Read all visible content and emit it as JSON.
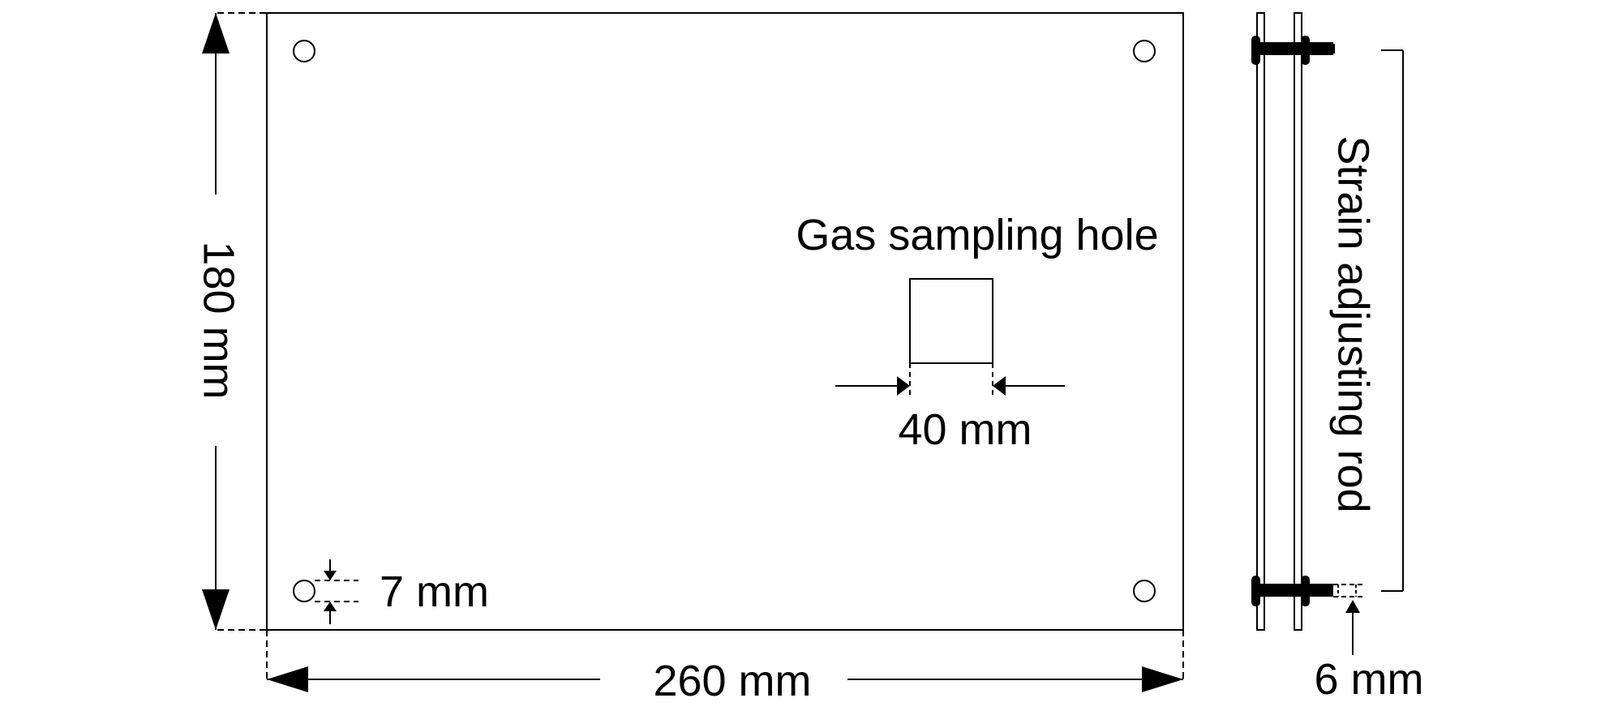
{
  "diagram": {
    "front_view": {
      "height_label": "180 mm",
      "width_label": "260 mm",
      "hole_offset_label": "7 mm",
      "sampling_hole": {
        "title": "Gas sampling hole",
        "size_label": "40 mm"
      }
    },
    "side_view": {
      "rod_label": "Strain adjusting rod",
      "gap_label": "6 mm"
    }
  },
  "colors": {
    "line": "#000000",
    "background": "#ffffff"
  }
}
